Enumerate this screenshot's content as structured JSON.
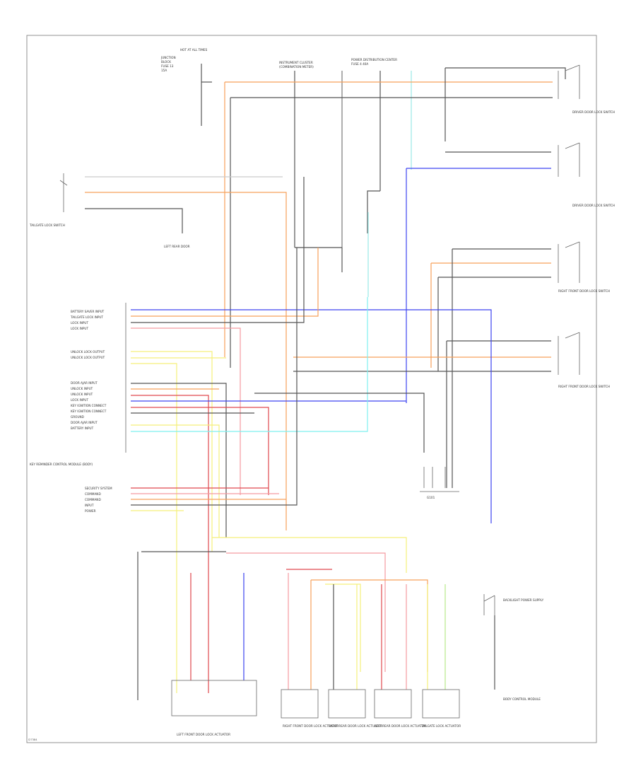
{
  "figure_code": "I27384",
  "wire_colors": {
    "black": "#555555",
    "orange": "#f7a15a",
    "blue": "#3d44f0",
    "pink": "#f59aa0",
    "red": "#e0484e",
    "yellow": "#f5ef7a",
    "cyan": "#7ff0ef",
    "green": "#b7e98a",
    "gray": "#9a9a9a"
  },
  "left_inputs": [
    "BATTERY SAVER INPUT",
    "TAILGATE LOCK INPUT",
    "LOCK INPUT",
    "LOCK INPUT",
    "",
    "UNLOCK LOCK OUTPUT",
    "UNLOCK LOCK OUTPUT",
    "",
    "",
    "DOOR AJAR INPUT",
    "UNLOCK INPUT",
    "UNLOCK INPUT",
    "LOCK INPUT",
    "KEY IGNITION CONNECT",
    "KEY IGNITION CONNECT",
    "GROUND",
    "DOOR AJAR INPUT",
    "BATTERY INPUT"
  ],
  "lower_inputs": [
    "SECURITY SYSTEM",
    "COMMAND",
    "COMMAND",
    "INPUT",
    "POWER"
  ],
  "module_label": "KEY REMINDER CONTROL MODULE (BODY)",
  "ground_label": "G101",
  "bottom_components": [
    "RIGHT FRONT DOOR LOCK ACTUATOR",
    "RIGHT REAR DOOR LOCK ACTUATOR",
    "LEFT REAR DOOR LOCK ACTUATOR",
    "TAILGATE LOCK ACTUATOR"
  ],
  "bottom_main_actuator": "LEFT FRONT DOOR LOCK ACTUATOR",
  "right_switches": [
    "DRIVER DOOR LOCK SWITCH",
    "DRIVER DOOR LOCK SWITCH",
    "RIGHT FRONT DOOR LOCK SWITCH",
    "RIGHT FRONT DOOR LOCK SWITCH"
  ],
  "top_labels": [
    "HOT AT ALL TIMES",
    "INSTRUMENT CLUSTER",
    "POWER DISTRIBUTION CENTER"
  ],
  "left_labels": [
    "TAILGATE LOCK SWITCH",
    "LEFT REAR DOOR"
  ],
  "right_bottom_labels": [
    "BACKLIGHT POWER SUPPLY",
    "BODY CONTROL MODULE"
  ]
}
